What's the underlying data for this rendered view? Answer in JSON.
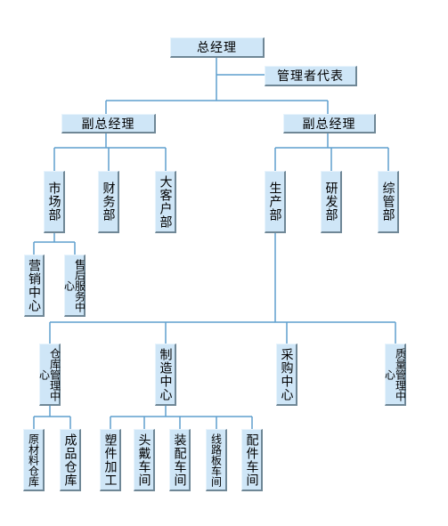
{
  "nodes": {
    "gm": "总经理",
    "rep": "管理者代表",
    "vp1": "副总经理",
    "vp2": "副总经理",
    "market": "市场部",
    "finance": "财务部",
    "bigclient": "大客户部",
    "production": "生产部",
    "rnd": "研发部",
    "admin": "综管部",
    "marketing_center": "营销中心",
    "aftersales_center": "售后服务中心",
    "warehouse_center": "仓库管理中心",
    "manufacturing_center": "制造中心",
    "purchasing_center": "采购中心",
    "quality_center": "质量管理中心",
    "raw_material_wh": "原材料仓库",
    "finished_goods_wh": "成品仓库",
    "plastic_shop": "塑件加工",
    "head_shop": "头戴车间",
    "assembly_shop": "装配车间",
    "pcb_shop": "线路板车间",
    "parts_shop": "配件车间"
  },
  "colors": {
    "box_fill": "#cfe6f7",
    "box_shadow": "#6f8796",
    "connector": "#5f9fce"
  }
}
